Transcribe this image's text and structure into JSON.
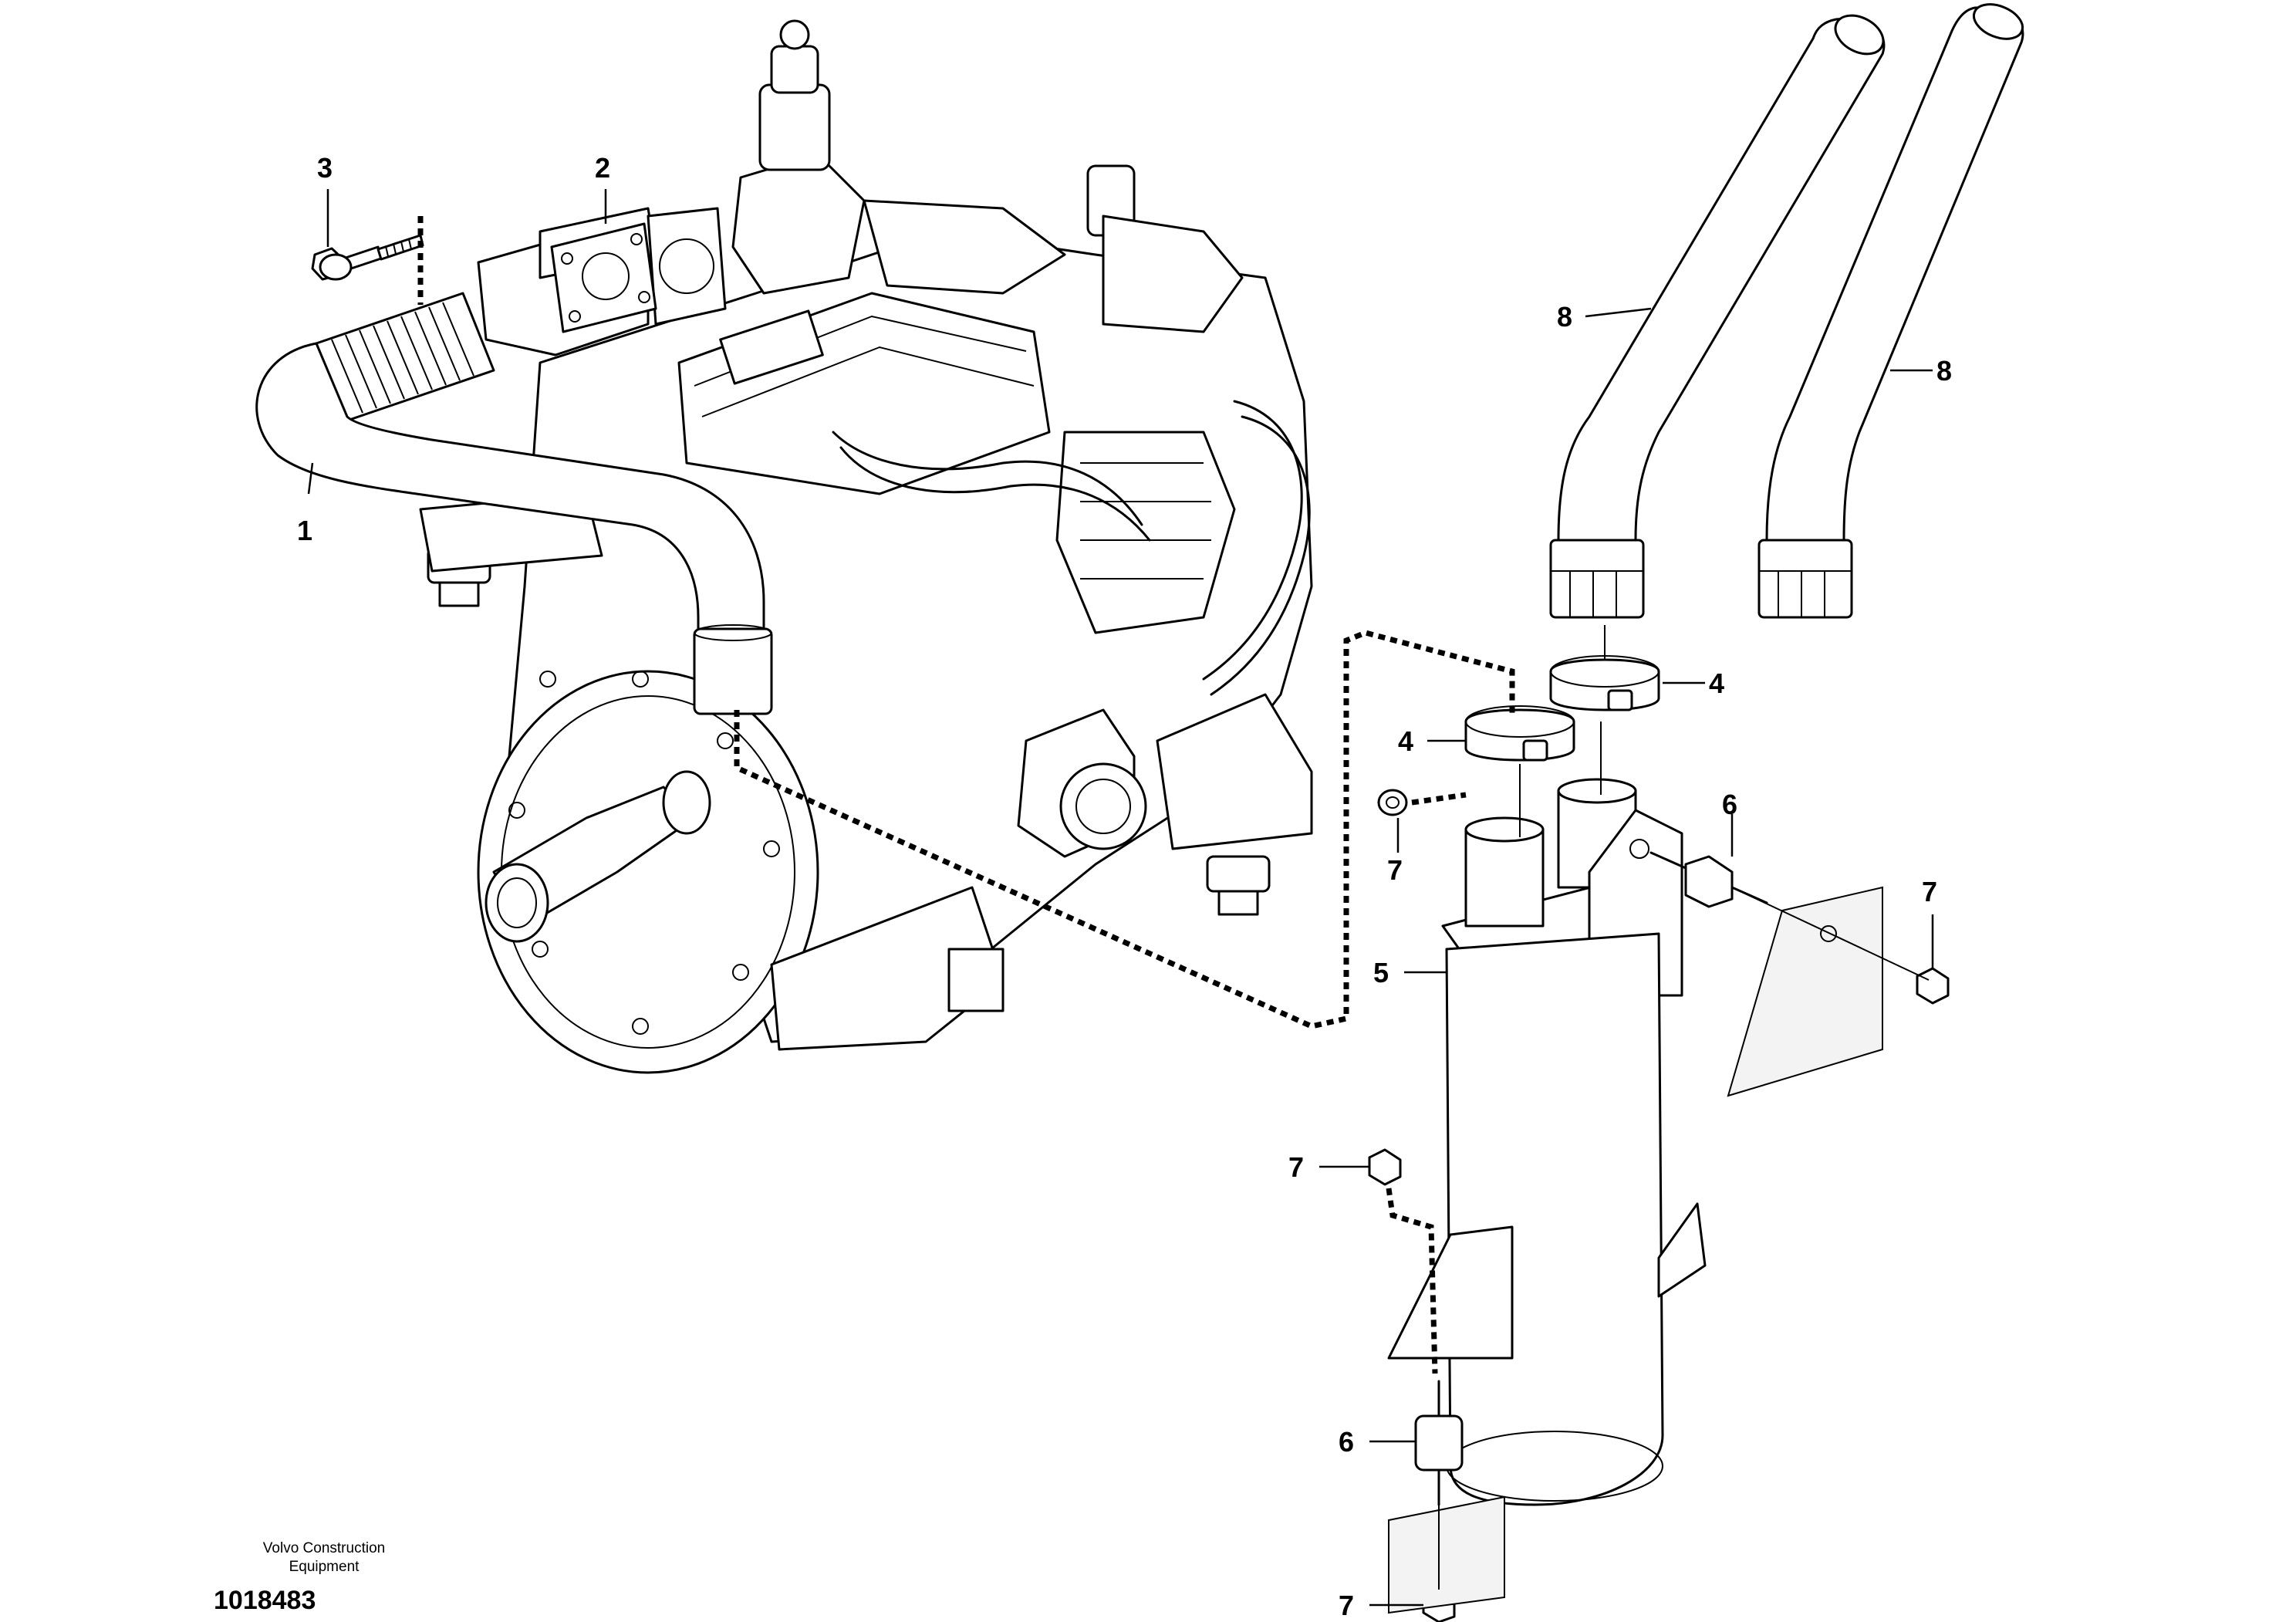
{
  "footer": {
    "company_line1": "Volvo Construction",
    "company_line2": "Equipment",
    "drawing_number": "1018483"
  },
  "callouts": [
    {
      "id": "c1",
      "label": "1"
    },
    {
      "id": "c2",
      "label": "2"
    },
    {
      "id": "c3",
      "label": "3"
    },
    {
      "id": "c4a",
      "label": "4"
    },
    {
      "id": "c4b",
      "label": "4"
    },
    {
      "id": "c5",
      "label": "5"
    },
    {
      "id": "c6a",
      "label": "6"
    },
    {
      "id": "c6b",
      "label": "6"
    },
    {
      "id": "c7a",
      "label": "7"
    },
    {
      "id": "c7b",
      "label": "7"
    },
    {
      "id": "c7c",
      "label": "7"
    },
    {
      "id": "c7d",
      "label": "7"
    },
    {
      "id": "c8a",
      "label": "8"
    },
    {
      "id": "c8b",
      "label": "8"
    }
  ]
}
